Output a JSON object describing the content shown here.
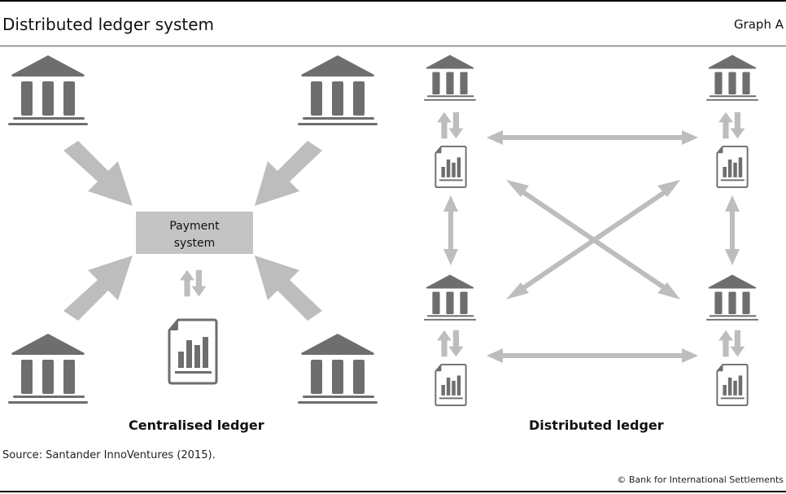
{
  "header": {
    "title": "Distributed ledger system",
    "graph_label": "Graph A"
  },
  "diagram": {
    "colors": {
      "building": "#6e6e6e",
      "arrow": "#bdbdbd",
      "box": "#c4c4c4",
      "document_outline": "#6e6e6e"
    },
    "centralised": {
      "caption": "Centralised ledger",
      "hub_label_line1": "Payment",
      "hub_label_line2": "system",
      "banks": [
        "bank-top-left",
        "bank-top-right",
        "bank-bottom-left",
        "bank-bottom-right"
      ]
    },
    "distributed": {
      "caption": "Distributed ledger",
      "nodes": [
        "node-top-left",
        "node-top-right",
        "node-bottom-left",
        "node-bottom-right"
      ]
    }
  },
  "footer": {
    "source": "Source: Santander InnoVentures (2015).",
    "copyright": "© Bank for International Settlements"
  }
}
